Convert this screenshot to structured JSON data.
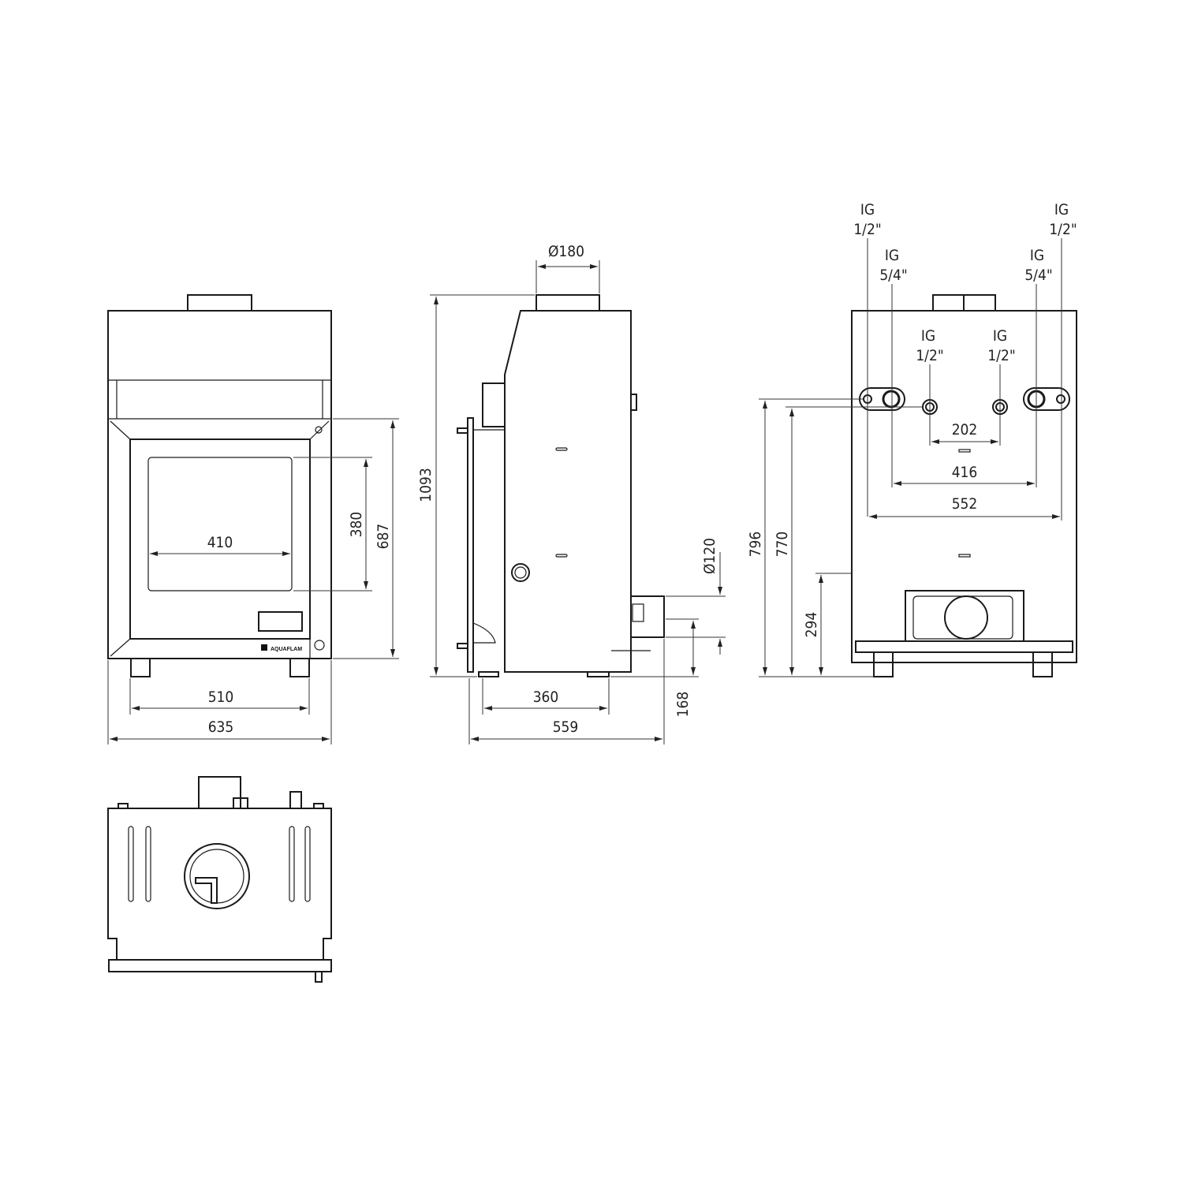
{
  "front_view": {
    "dims": {
      "glass_width": "410",
      "glass_height": "380",
      "door_height": "687",
      "leg_span": "510",
      "overall_width": "635"
    },
    "brand_logo": "AQUAFLAM"
  },
  "side_view": {
    "dims": {
      "flue_diameter": "Ø180",
      "overall_height": "1093",
      "leg_depth": "360",
      "overall_depth": "559",
      "air_inlet_diameter": "Ø120",
      "air_inlet_height": "168"
    }
  },
  "back_view": {
    "connections": [
      {
        "type": "IG",
        "size": "1/2\""
      },
      {
        "type": "IG",
        "size": "5/4\""
      },
      {
        "type": "IG",
        "size": "1/2\""
      },
      {
        "type": "IG",
        "size": "1/2\""
      },
      {
        "type": "IG",
        "size": "5/4\""
      },
      {
        "type": "IG",
        "size": "1/2\""
      }
    ],
    "dims": {
      "inner_spacing": "202",
      "main_spacing": "416",
      "outer_spacing": "552",
      "height_outer": "796",
      "height_main": "770",
      "air_inlet_height": "294"
    }
  },
  "colors": {
    "line": "#1a1a1a",
    "background": "#ffffff"
  }
}
